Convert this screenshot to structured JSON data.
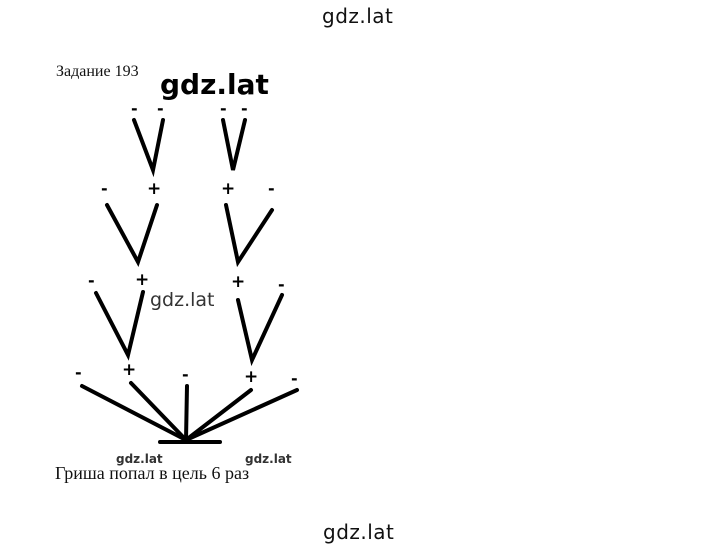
{
  "watermark": {
    "top": "gdz.lat",
    "bottom": "gdz.lat",
    "big": "gdz.lat",
    "mid": "gdz.lat",
    "small_left": "gdz.lat",
    "small_right": "gdz.lat"
  },
  "task": {
    "title": "Задание 193",
    "answer": "Гриша попал в цель 6 раз"
  },
  "tree": {
    "plus": "+",
    "minus": "-"
  }
}
